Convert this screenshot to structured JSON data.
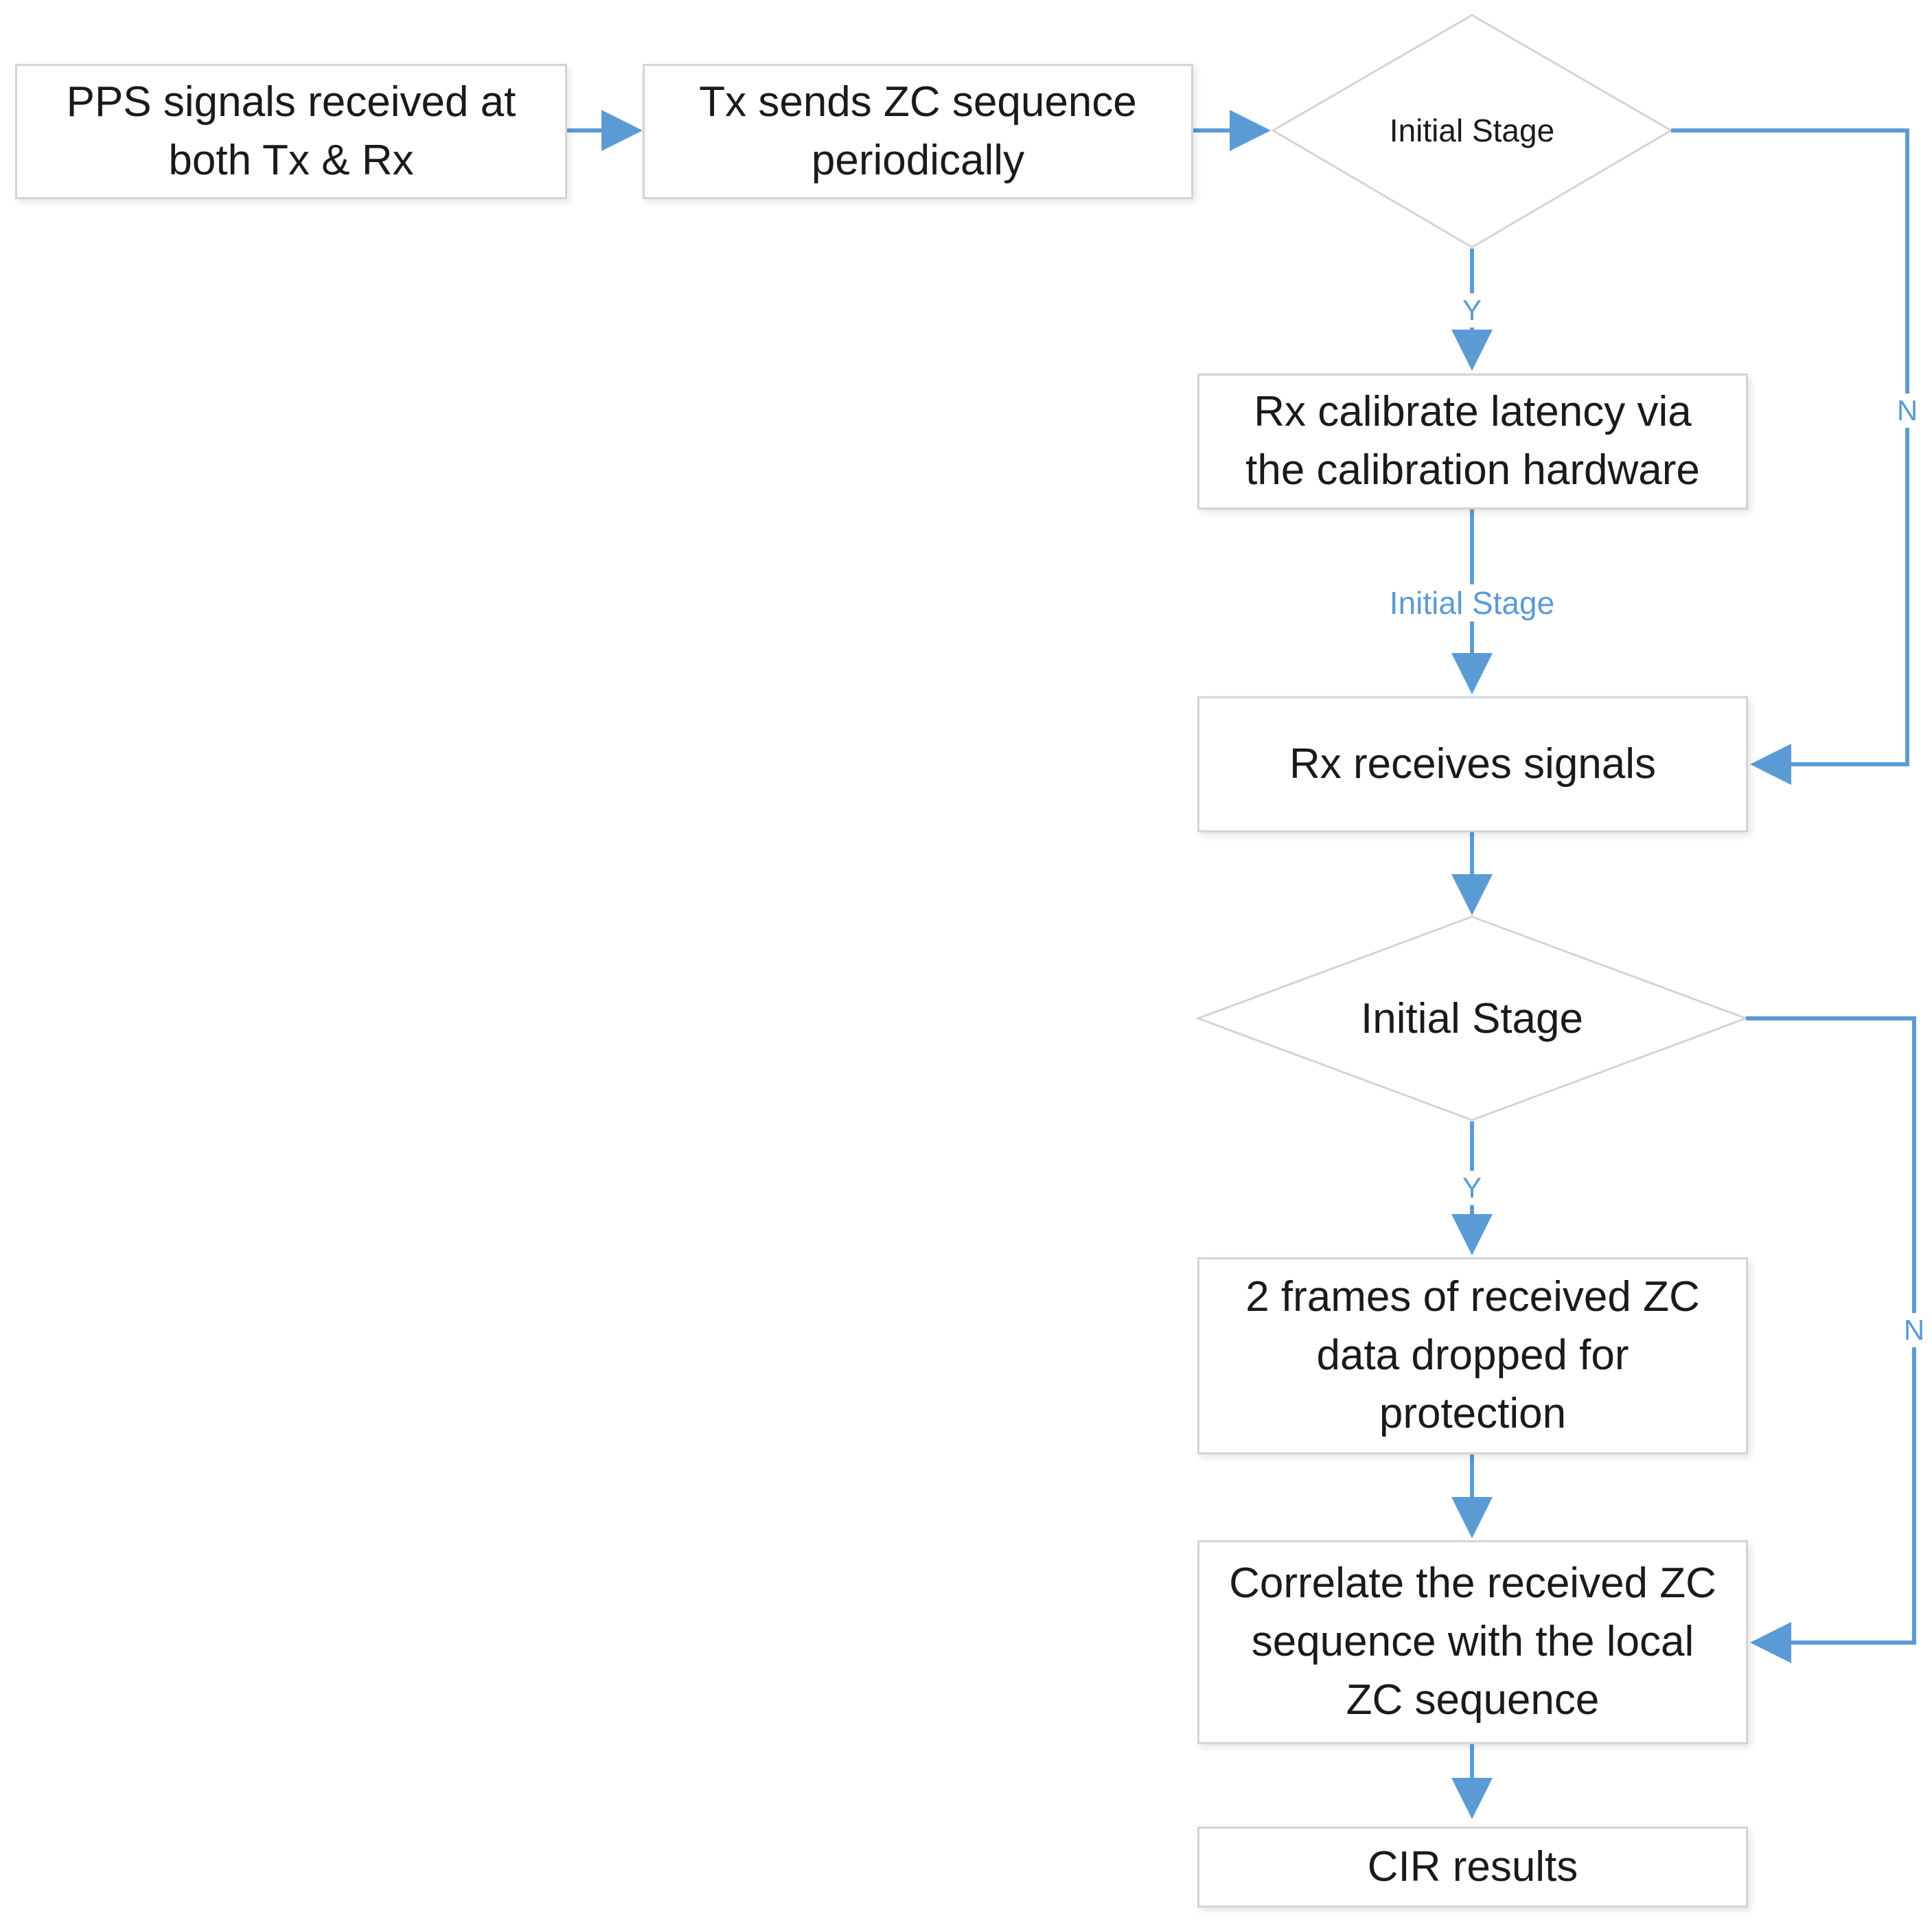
{
  "nodes": {
    "pps": "PPS signals received at\nboth Tx & Rx",
    "tx_sends": "Tx sends ZC sequence\nperiodically",
    "decision1": "Initial Stage",
    "rx_calibrate": "Rx calibrate latency via\nthe calibration hardware",
    "rx_receives": "Rx  receives signals",
    "decision2": "Initial Stage",
    "frames_dropped": "2 frames of received ZC\ndata dropped for\nprotection",
    "correlate": "Correlate the received ZC\nsequence with the local\nZC sequence",
    "cir": "CIR results"
  },
  "edge_labels": {
    "d1_yes": "Y",
    "d1_no": "N",
    "calibrate_to_receive": "Initial Stage",
    "d2_yes": "Y",
    "d2_no": "N"
  },
  "colors": {
    "connector": "#5b9bd5",
    "box_border": "#d4d4d4",
    "text": "#1a1a1a"
  }
}
